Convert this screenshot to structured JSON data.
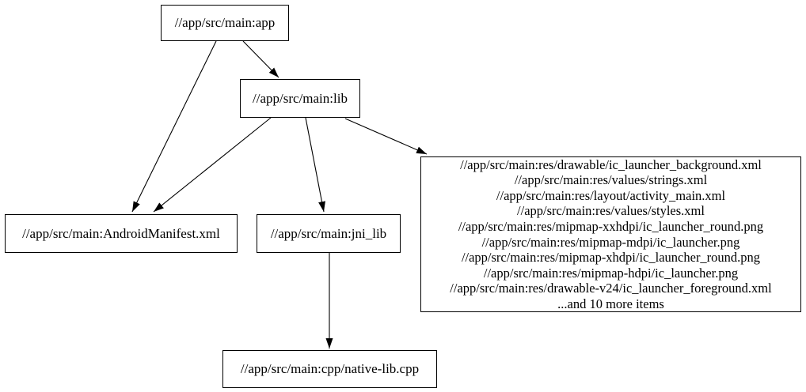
{
  "diagram": {
    "type": "directed-dependency-graph",
    "background_color": "#ffffff",
    "node_border_color": "#000000",
    "edge_color": "#000000",
    "text_color": "#000000",
    "nodes": {
      "app": {
        "label": "//app/src/main:app"
      },
      "lib": {
        "label": "//app/src/main:lib"
      },
      "manifest": {
        "label": "//app/src/main:AndroidManifest.xml"
      },
      "jni_lib": {
        "label": "//app/src/main:jni_lib"
      },
      "cpp": {
        "label": "//app/src/main:cpp/native-lib.cpp"
      },
      "resources": {
        "lines": [
          "//app/src/main:res/drawable/ic_launcher_background.xml",
          "//app/src/main:res/values/strings.xml",
          "//app/src/main:res/layout/activity_main.xml",
          "//app/src/main:res/values/styles.xml",
          "//app/src/main:res/mipmap-xxhdpi/ic_launcher_round.png",
          "//app/src/main:res/mipmap-mdpi/ic_launcher.png",
          "//app/src/main:res/mipmap-xhdpi/ic_launcher_round.png",
          "//app/src/main:res/mipmap-hdpi/ic_launcher.png",
          "//app/src/main:res/drawable-v24/ic_launcher_foreground.xml",
          "...and 10 more items"
        ]
      }
    },
    "edges": [
      {
        "from": "app",
        "to": "manifest"
      },
      {
        "from": "app",
        "to": "lib"
      },
      {
        "from": "lib",
        "to": "manifest"
      },
      {
        "from": "lib",
        "to": "jni_lib"
      },
      {
        "from": "lib",
        "to": "resources"
      },
      {
        "from": "jni_lib",
        "to": "cpp"
      }
    ]
  }
}
